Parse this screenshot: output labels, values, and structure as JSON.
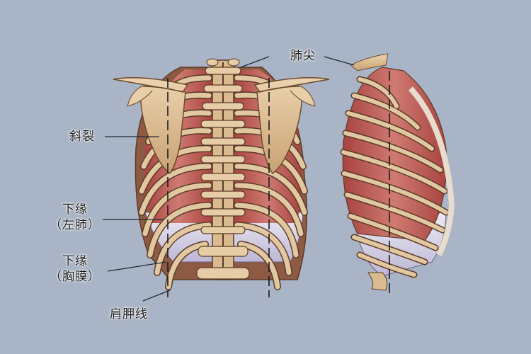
{
  "figure": {
    "background_color": "#a9b5c6",
    "colors": {
      "bone": "#dcbf94",
      "bone_shadow": "#a9845a",
      "lung": "#b9504f",
      "lung_light": "#d07a72",
      "pleura": "#d8d4e8",
      "leader_line": "#1f2a3a"
    },
    "views": [
      {
        "name": "posterior-view",
        "description": "Back view of thorax showing ribs, spine, scapulae and lungs"
      },
      {
        "name": "lateral-view",
        "description": "Side view of thorax showing ribs and lung"
      }
    ]
  },
  "labels": {
    "lung_apex": "肺尖",
    "oblique_fissure": "斜裂",
    "lower_border_lung": {
      "line1": "下缘",
      "line2": "（左肺）"
    },
    "lower_border_pleura": {
      "line1": "下缘",
      "line2": "（胸膜）"
    },
    "scapular_line": "肩胛线"
  }
}
